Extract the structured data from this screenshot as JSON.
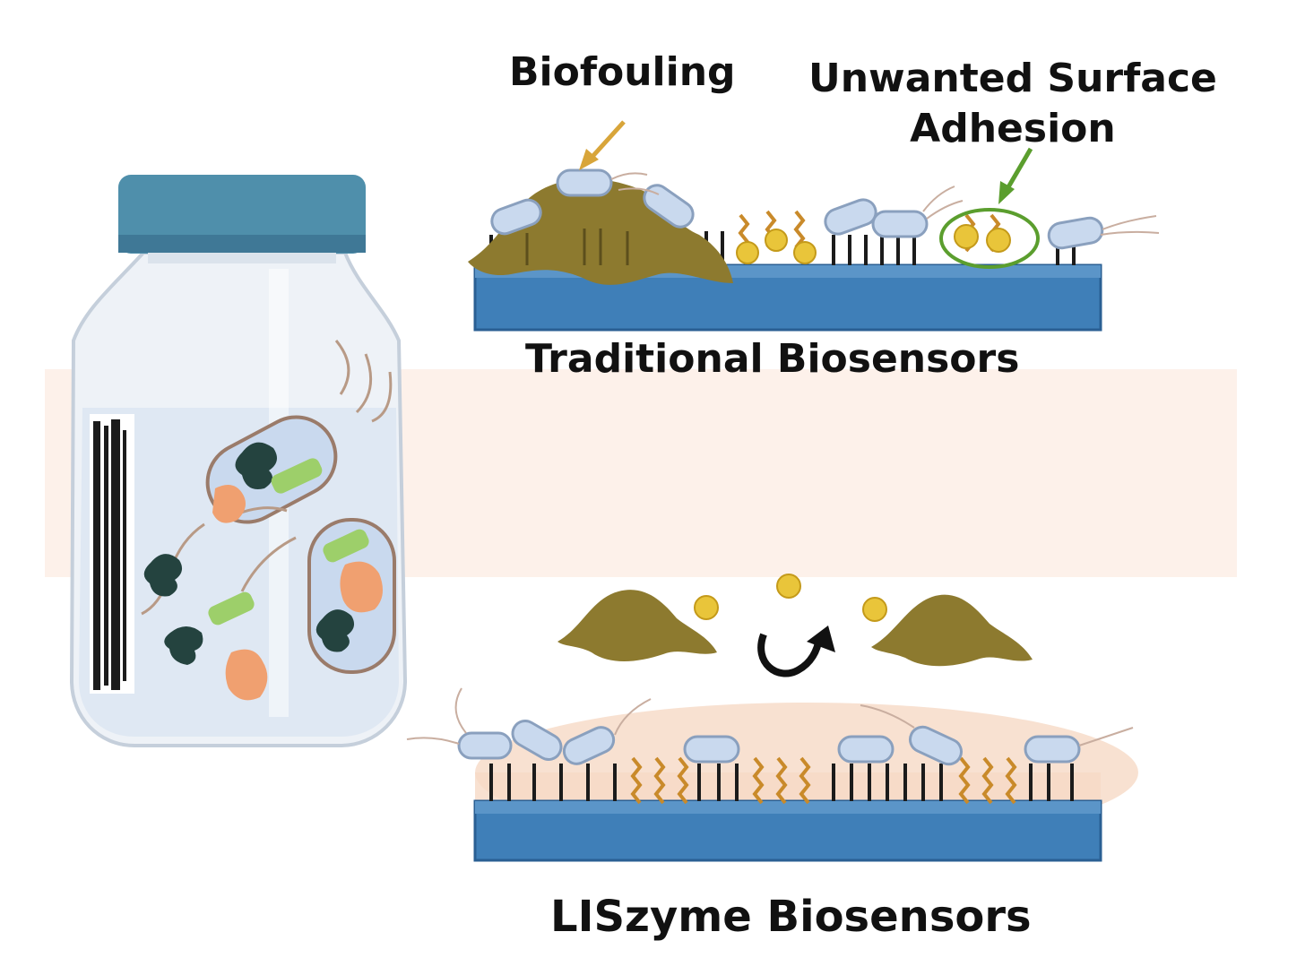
{
  "labels": {
    "biofouling": "Biofouling",
    "unwanted_line1": "Unwanted Surface",
    "unwanted_line2": "Adhesion",
    "traditional": "Traditional Biosensors",
    "liszyme": "LISzyme Biosensors"
  },
  "colors": {
    "band": "#fdf1ea",
    "electrode": "#3f7fb8",
    "electrode_edge": "#2a5f93",
    "biofilm": "#8d7a2f",
    "particle": "#e9c53a",
    "zigzag": "#c98a2a",
    "bacteria": "#c9d9ee",
    "bottle_cap": "#4f8fab",
    "enzyme_dark": "#24433f",
    "enzyme_orange": "#f0a070",
    "enzyme_green": "#9dcf6a",
    "arrow_yellow": "#d8a53a",
    "arrow_green": "#5b9e2e",
    "halo": "#f6d9c6"
  },
  "icons": [
    "glass-bottle-icon",
    "bacterium-icon",
    "enzyme-icon",
    "biofilm-blob-icon",
    "particle-icon",
    "recycle-arrow-icon",
    "electrode-icon"
  ]
}
